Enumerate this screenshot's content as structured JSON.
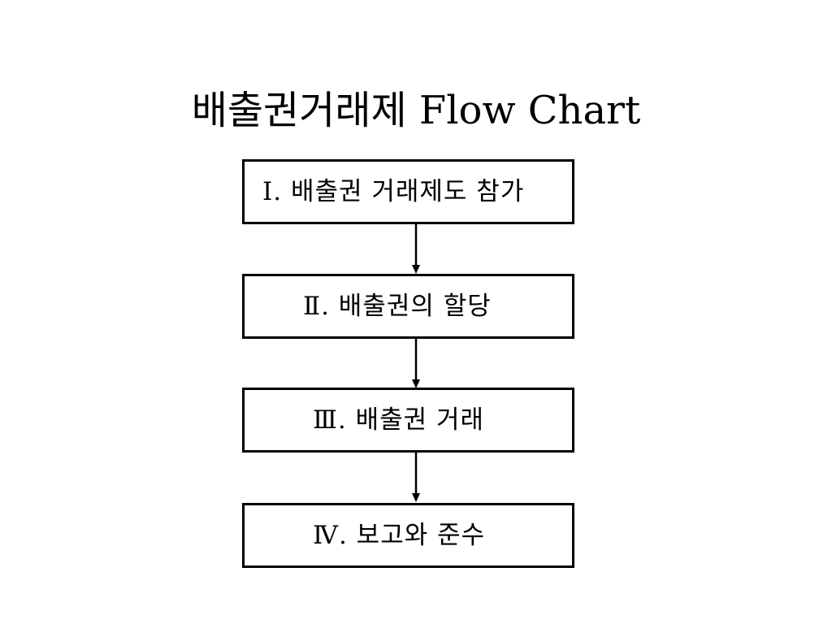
{
  "slide": {
    "title": "배출권거래제 Flow Chart"
  },
  "flow": {
    "steps": [
      {
        "label": "Ⅰ. 배출권 거래제도 참가"
      },
      {
        "label": "Ⅱ. 배출권의 할당"
      },
      {
        "label": "Ⅲ. 배출권 거래"
      },
      {
        "label": "Ⅳ. 보고와 준수"
      }
    ]
  },
  "colors": {
    "background": "#ffffff",
    "foreground": "#000000"
  }
}
